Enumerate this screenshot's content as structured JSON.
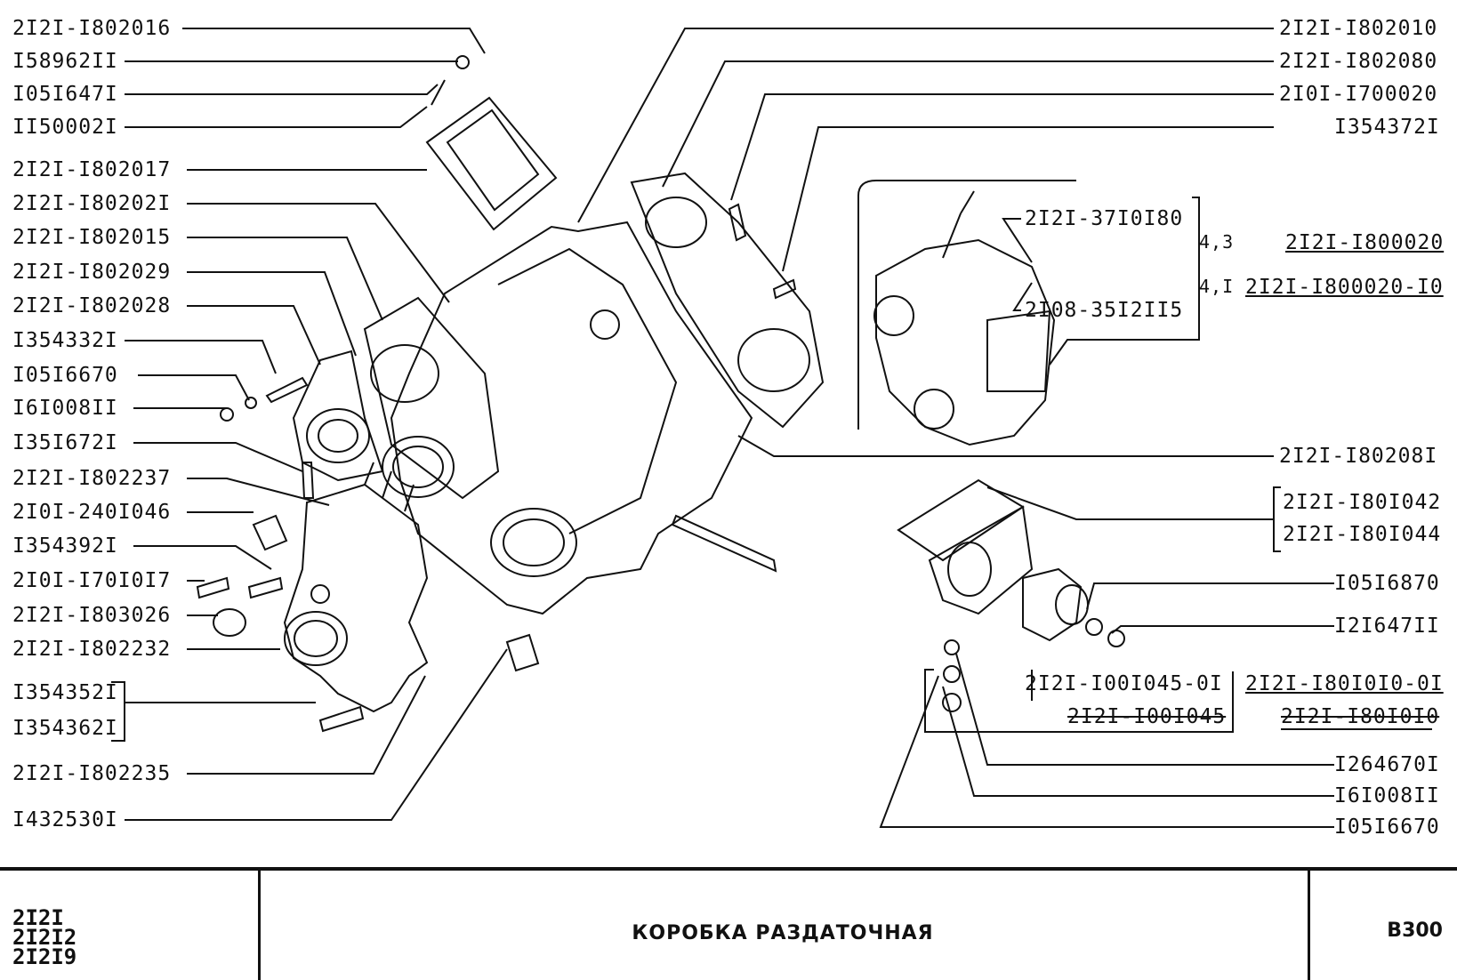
{
  "left_labels": [
    "2I2I-I802016",
    "I58962II",
    "I05I647I",
    "II50002I",
    "2I2I-I802017",
    "2I2I-I80202I",
    "2I2I-I802015",
    "2I2I-I802029",
    "2I2I-I802028",
    "I354332I",
    "I05I6670",
    "I6I008II",
    "I35I672I",
    "2I2I-I802237",
    "2I0I-240I046",
    "I354392I",
    "2I0I-I70I0I7",
    "2I2I-I803026",
    "2I2I-I802232",
    "I354352I",
    "I354362I",
    "2I2I-I802235",
    "I432530I"
  ],
  "right_labels": [
    "2I2I-I802010",
    "2I2I-I802080",
    "2I0I-I700020",
    "I354372I",
    "2I2I-I80208I",
    "2I2I-I80I042",
    "2I2I-I80I044",
    "I05I6870",
    "I2I647II",
    "I264670I",
    "I6I008II",
    "I05I6670"
  ],
  "inset": {
    "part_a": "2I2I-37I0I80",
    "part_b": "2I08-35I2II5",
    "ratio_a": "4,3",
    "ratio_b": "4,I",
    "assembly_a": "2I2I-I800020",
    "assembly_b": "2I2I-I800020-I0"
  },
  "cushion": {
    "new_part": "2I2I-I00I045-0I",
    "old_part": "2I2I-I00I045",
    "new_assembly": "2I2I-I80I0I0-0I",
    "old_assembly": "2I2I-I80I0I0"
  },
  "footer": {
    "models": [
      "2I2I",
      "2I2I2",
      "2I2I9"
    ],
    "title": "КОРОБКА РАЗДАТОЧНАЯ",
    "code": "В300"
  }
}
